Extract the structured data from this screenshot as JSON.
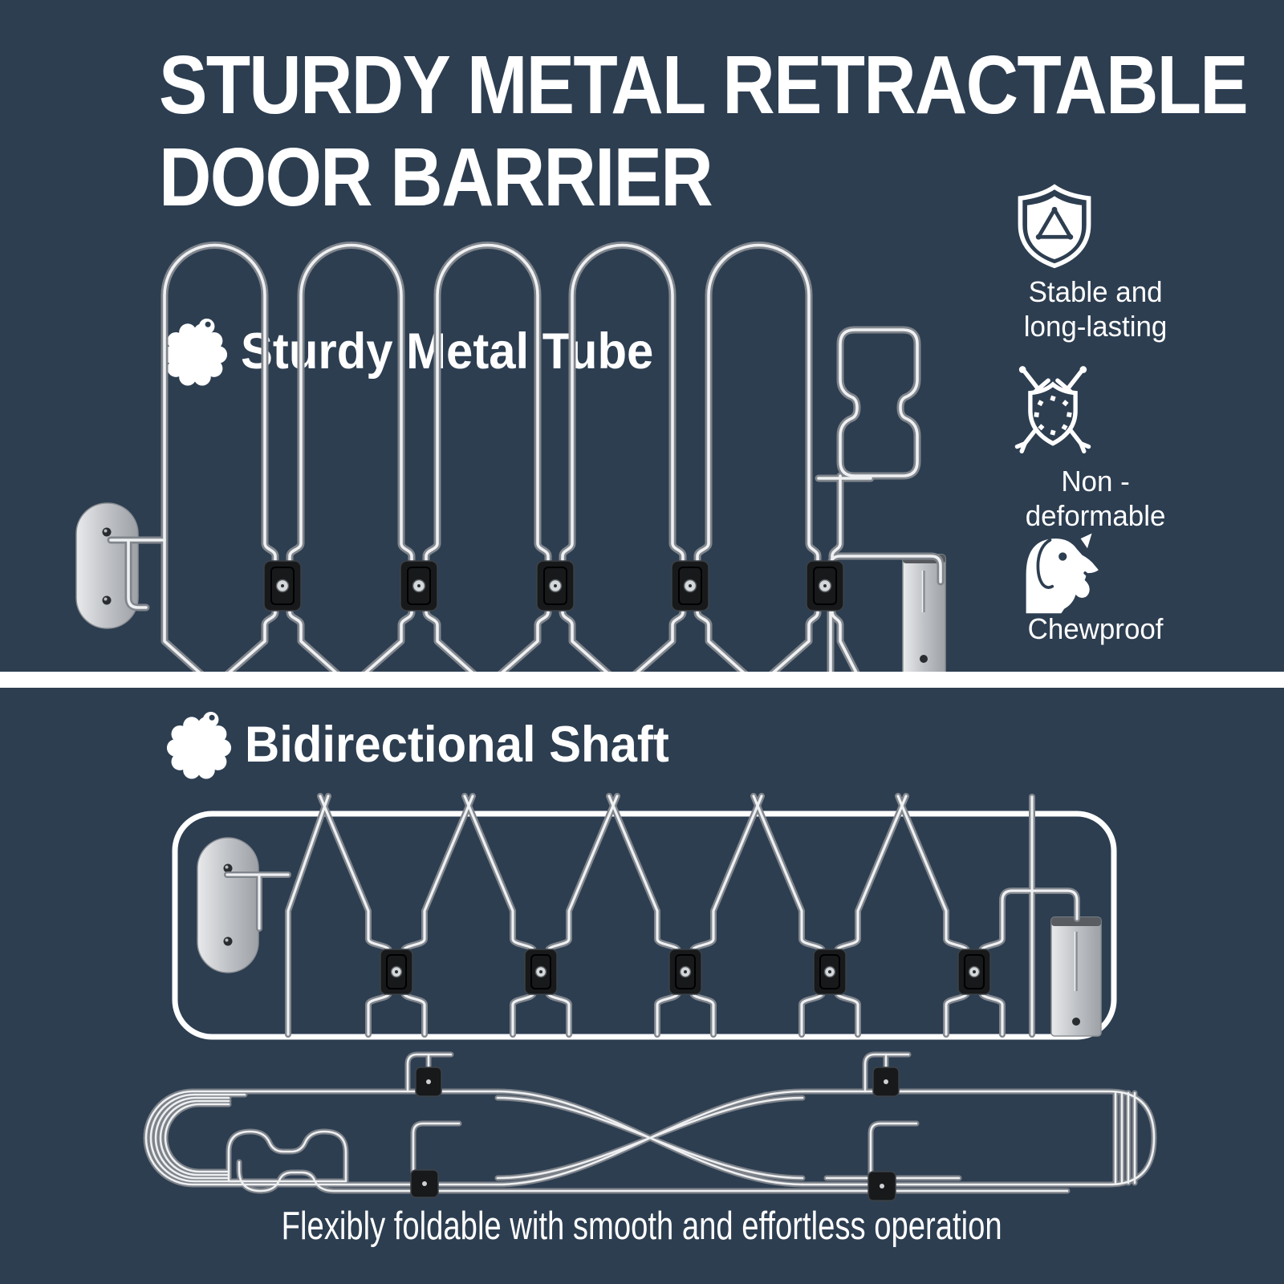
{
  "colors": {
    "background": "#2d3e51",
    "text": "#ffffff",
    "divider": "#ffffff",
    "metal_light": "#eef0f2",
    "metal_dark": "#81868d",
    "clip_black": "#17191b",
    "plate_silver": "#c3c6ca"
  },
  "title": {
    "line1": "STURDY METAL RETRACTABLE",
    "line2": "DOOR BARRIER"
  },
  "sections": [
    {
      "id": "sturdy-metal-tube",
      "heading": "Sturdy Metal Tube",
      "badge_icon": "scalloped-badge-icon"
    },
    {
      "id": "bidirectional-shaft",
      "heading": "Bidirectional Shaft",
      "badge_icon": "scalloped-badge-icon"
    }
  ],
  "features": [
    {
      "icon": "shield-triangle-icon",
      "line1": "Stable and",
      "line2": "long-lasting"
    },
    {
      "icon": "crossed-swords-shield-icon",
      "line1": "Non -",
      "line2": "deformable"
    },
    {
      "icon": "dog-head-icon",
      "line1": "Chewproof",
      "line2": ""
    }
  ],
  "caption": "Flexibly foldable with smooth and effortless operation",
  "illustrations": [
    "retractable-gate-expanded-front-view",
    "retractable-gate-framed-expanded-view",
    "retractable-gate-folded-top-view"
  ]
}
